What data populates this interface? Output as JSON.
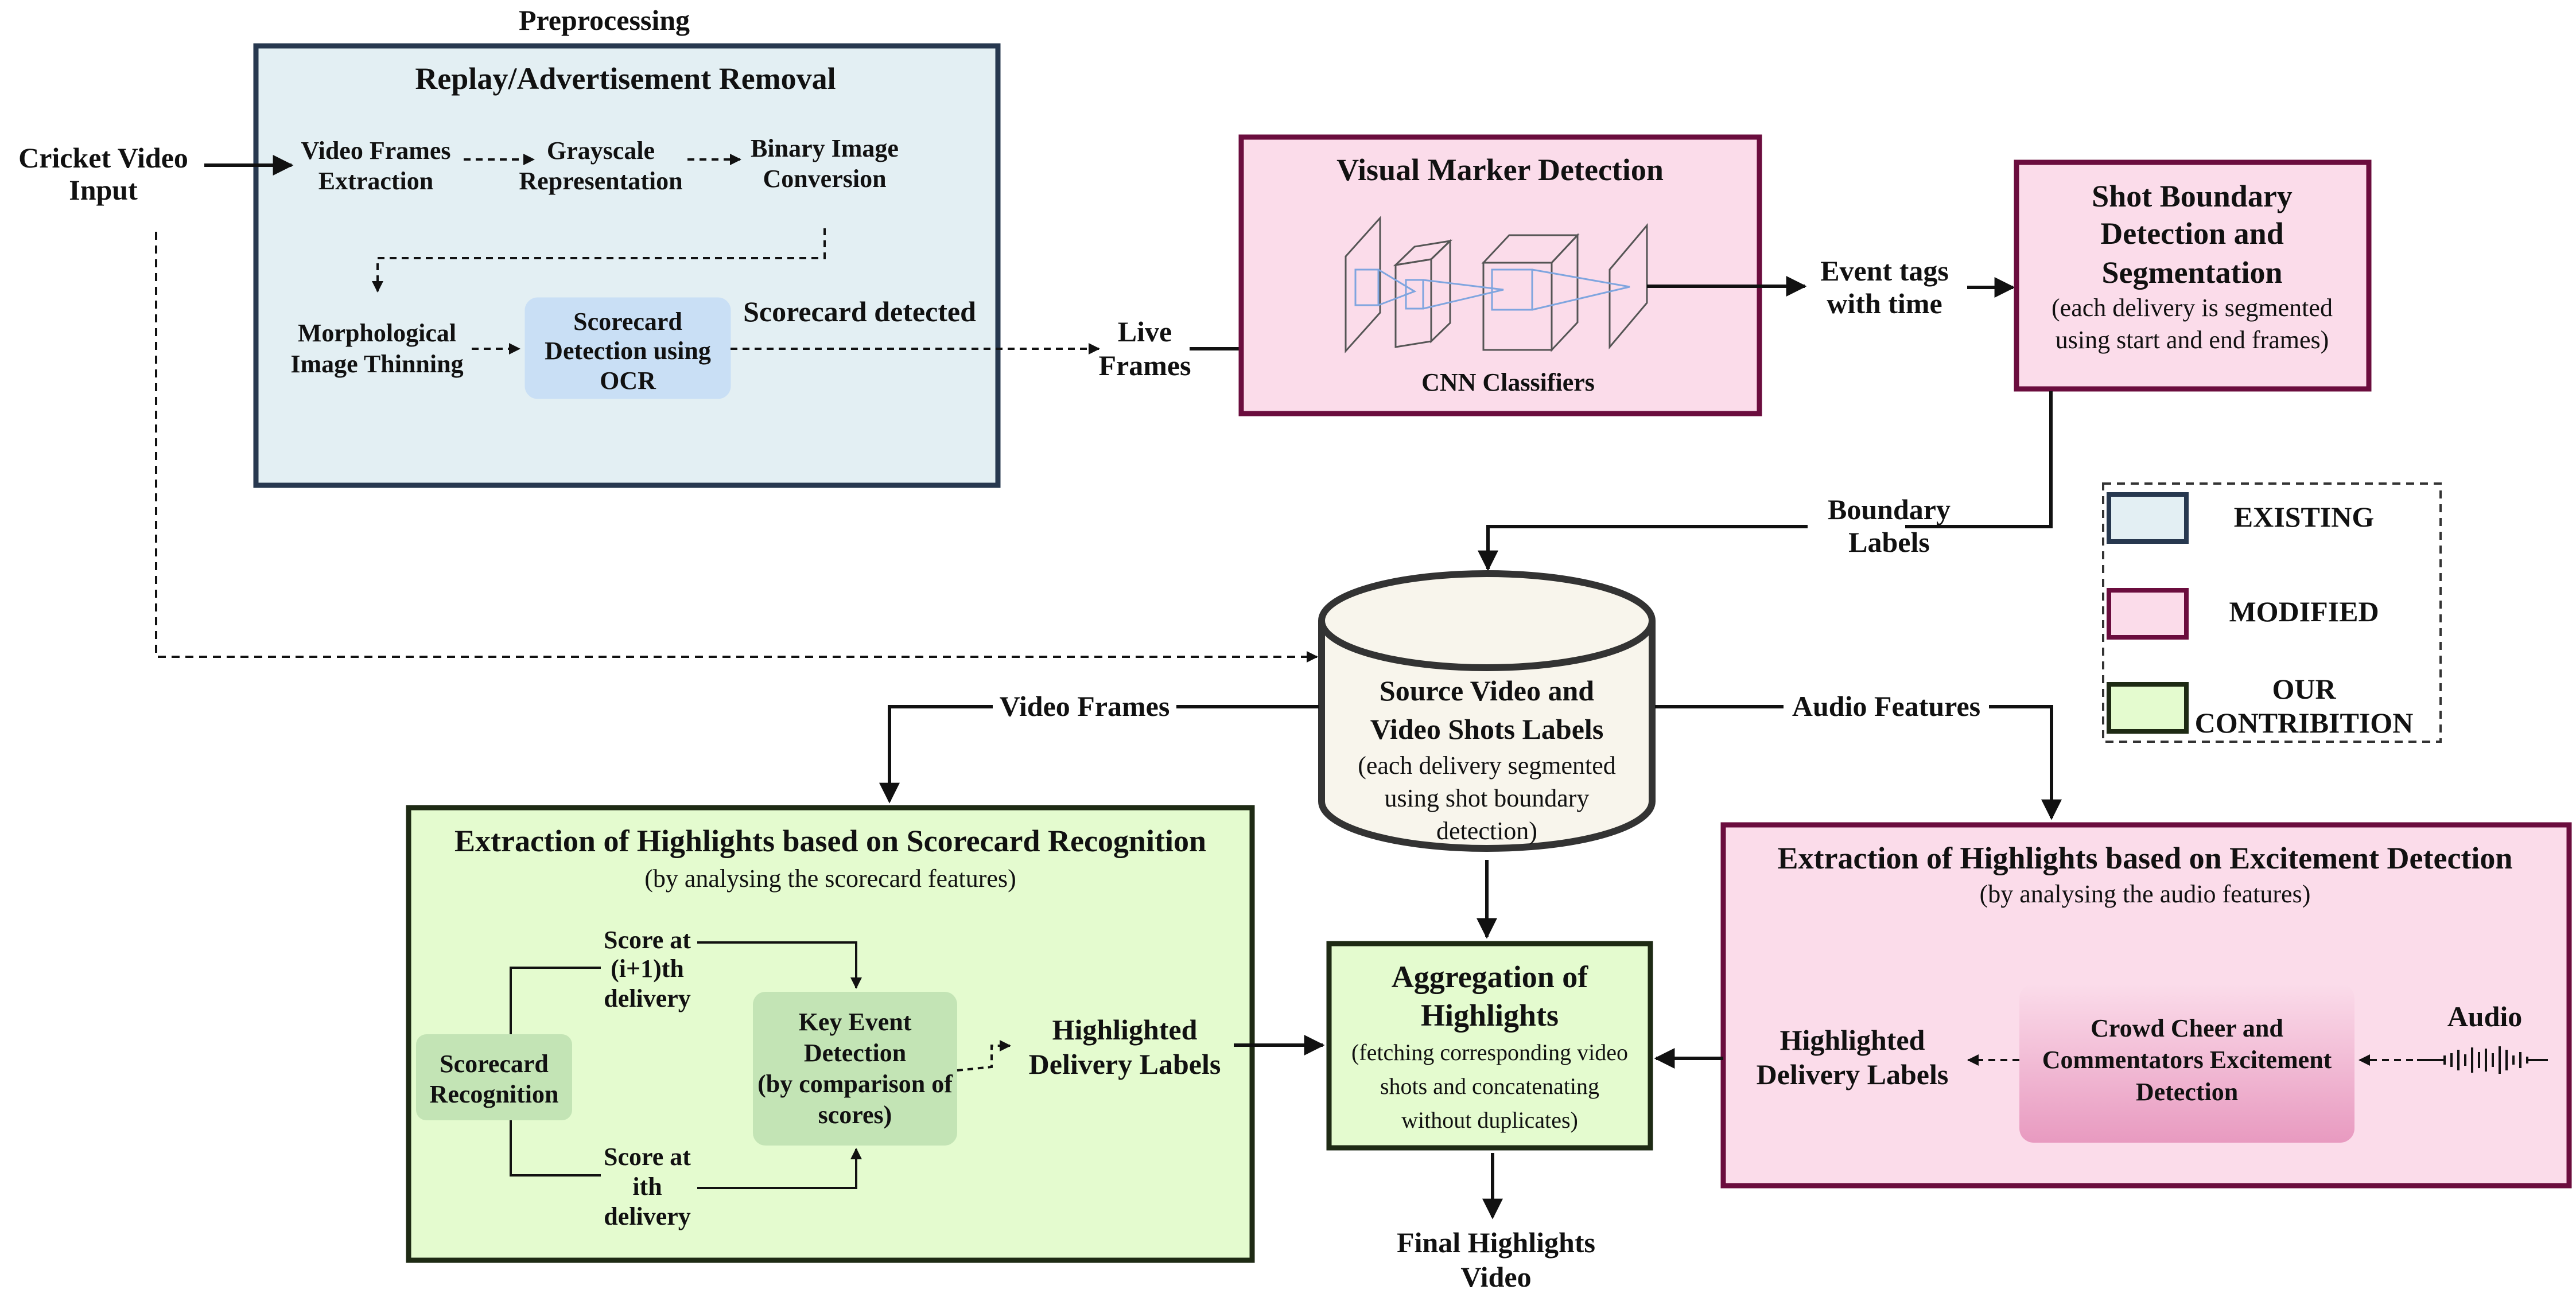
{
  "colors": {
    "existing_fill": "#e3eff3",
    "existing_stroke": "#27384f",
    "modified_fill": "#fbdcea",
    "modified_stroke": "#6b0d3e",
    "contribution_fill": "#e4fbcf",
    "contribution_stroke": "#1e2a14",
    "inner_blue": "#c9dff5",
    "inner_green": "#c3e4b5",
    "cylinder_fill": "#f8f5ec"
  },
  "input": {
    "line1": "Cricket Video",
    "line2": "Input"
  },
  "preprocessing": {
    "section_label": "Preprocessing",
    "title": "Replay/Advertisement Removal",
    "step1": [
      "Video Frames",
      "Extraction"
    ],
    "step2": [
      "Grayscale",
      "Representation"
    ],
    "step3": [
      "Binary Image",
      "Conversion"
    ],
    "step4": [
      "Morphological",
      "Image Thinning"
    ],
    "step5": [
      "Scorecard",
      "Detection using",
      "OCR"
    ],
    "scorecard_detected": "Scorecard detected"
  },
  "live_frames": [
    "Live",
    "Frames"
  ],
  "visual_marker": {
    "title": "Visual Marker Detection",
    "subtitle": "CNN Classifiers"
  },
  "event_tags": [
    "Event tags",
    "with time"
  ],
  "shot_boundary": {
    "title": [
      "Shot Boundary",
      "Detection and",
      "Segmentation"
    ],
    "desc": [
      "(each delivery is segmented",
      "using start and end frames)"
    ]
  },
  "boundary_labels": [
    "Boundary",
    "Labels"
  ],
  "legend": {
    "existing": "EXISTING",
    "modified": "MODIFIED",
    "ours": [
      "OUR",
      "CONTRIBITION"
    ]
  },
  "source_db": {
    "title": [
      "Source Video and",
      "Video Shots Labels"
    ],
    "desc": [
      "(each delivery segmented",
      "using shot boundary",
      "detection)"
    ]
  },
  "video_frames_label": "Video Frames",
  "audio_features_label": "Audio Features",
  "scorecard_branch": {
    "title": "Extraction of Highlights based on Scorecard Recognition",
    "subtitle": "(by analysing the scorecard features)",
    "recognition": [
      "Scorecard",
      "Recognition"
    ],
    "score_next": [
      "Score at",
      "(i+1)th",
      "delivery"
    ],
    "score_curr": [
      "Score at",
      "ith",
      "delivery"
    ],
    "key_event": [
      "Key Event",
      "Detection",
      "(by comparison of",
      "scores)"
    ],
    "output": [
      "Highlighted",
      "Delivery Labels"
    ]
  },
  "aggregation": {
    "title": [
      "Aggregation of",
      "Highlights"
    ],
    "desc": [
      "(fetching corresponding video",
      "shots  and concatenating",
      "without duplicates)"
    ]
  },
  "final_output": [
    "Final Highlights",
    "Video"
  ],
  "excitement_branch": {
    "title": "Extraction of Highlights based on Excitement Detection",
    "subtitle": "(by analysing the audio features)",
    "output": [
      "Highlighted",
      "Delivery Labels"
    ],
    "crowd": [
      "Crowd Cheer and",
      "Commentators Excitement",
      "Detection"
    ],
    "audio": "Audio"
  }
}
